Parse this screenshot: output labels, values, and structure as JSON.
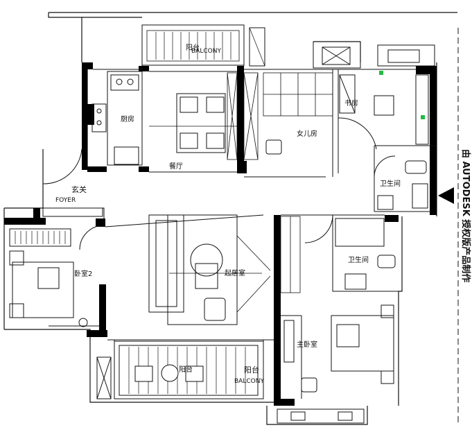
{
  "labels": {
    "balcony_top": "阳台",
    "balcony_top_en": "BALCONY",
    "kitchen": "厨房",
    "dining": "餐厅",
    "daughter_room": "女儿房",
    "study": "书房",
    "bath_1": "卫生间",
    "foyer": "玄关",
    "foyer_en": "FOYER",
    "living": "起居室",
    "bath_2": "卫生间",
    "bedroom_2": "卧室2",
    "master_bedroom": "主卧室",
    "balcony_bottom": "阳台",
    "balcony_bottom_en": "BALCONY",
    "balcony_bottom_room": "阳台"
  },
  "side_text": "由 AUTODESK 授权版产品制作",
  "colors": {
    "wall": "#000000",
    "line": "#111111",
    "marker_green": "#22bb44"
  }
}
